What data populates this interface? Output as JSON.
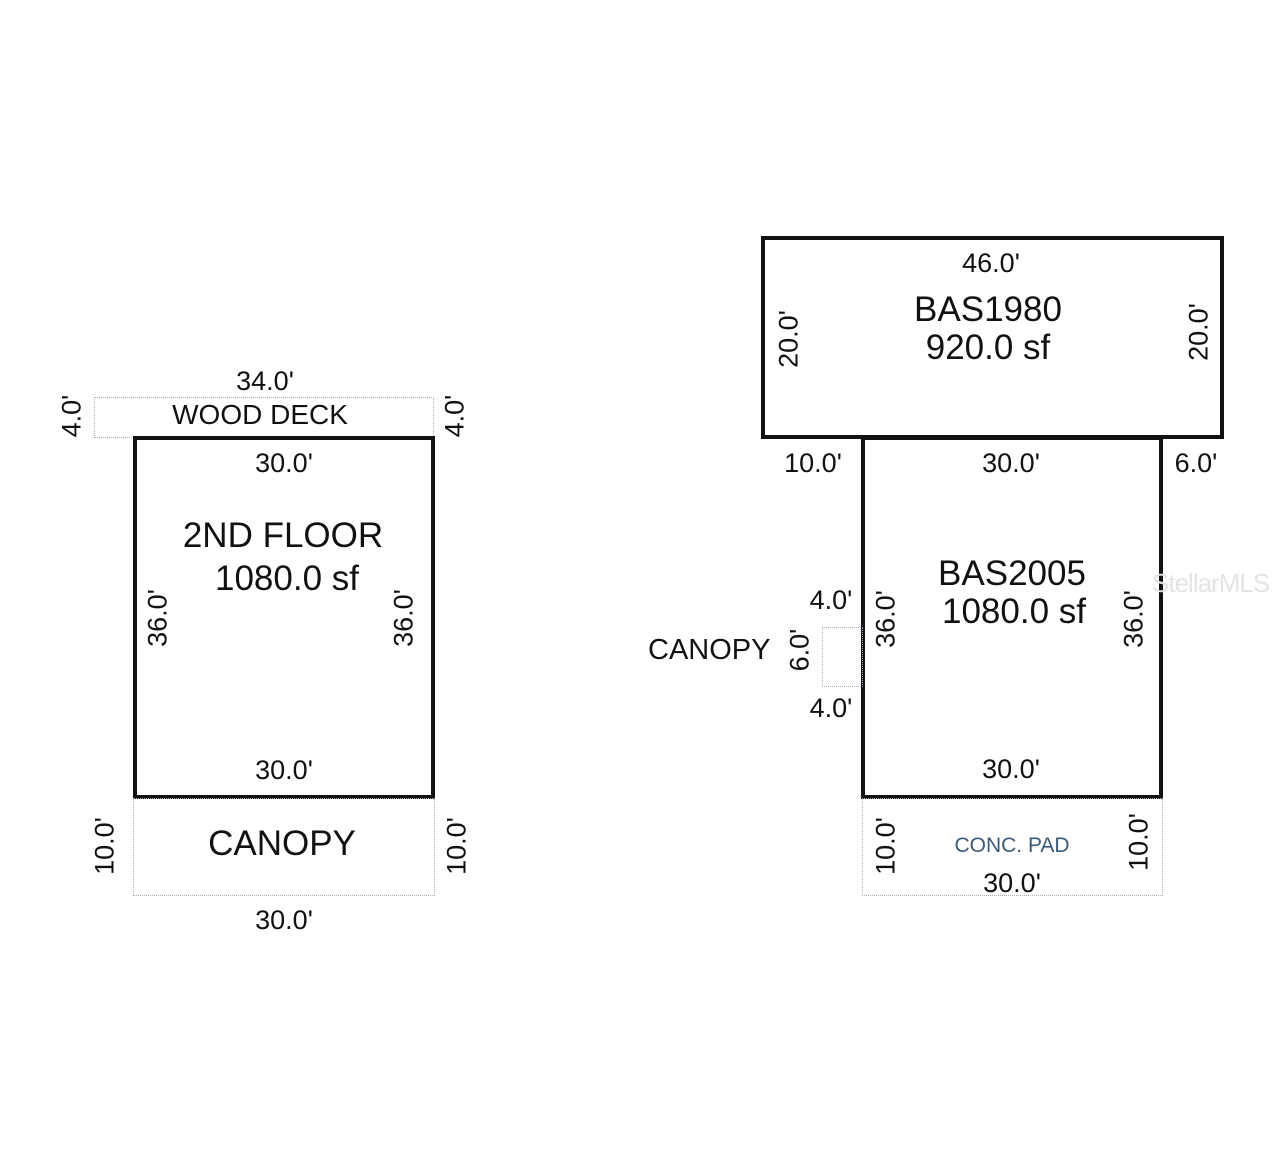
{
  "watermark": "StellarMLS",
  "colors": {
    "wall": "#111111",
    "outline": "#b9a6c4",
    "conc_pad_text": "#3d5a78",
    "watermark": "#e4e4e4"
  },
  "left_plan": {
    "wood_deck": {
      "label": "WOOD DECK",
      "top_dim": "34.0'",
      "left_dim": "4.0'",
      "right_dim": "4.0'"
    },
    "second_floor": {
      "name": "2ND FLOOR",
      "area": "1080.0 sf",
      "top_dim": "30.0'",
      "bottom_dim": "30.0'",
      "left_dim": "36.0'",
      "right_dim": "36.0'"
    },
    "canopy": {
      "label": "CANOPY",
      "bottom_dim": "30.0'",
      "left_dim": "10.0'",
      "right_dim": "10.0'"
    }
  },
  "right_plan": {
    "bas1980": {
      "name": "BAS1980",
      "area": "920.0 sf",
      "top_dim": "46.0'",
      "left_dim": "20.0'",
      "right_dim": "20.0'",
      "bottom_left_offset": "10.0'",
      "bottom_right_offset": "6.0'"
    },
    "bas2005": {
      "name": "BAS2005",
      "area": "1080.0 sf",
      "top_dim": "30.0'",
      "bottom_dim": "30.0'",
      "left_dim": "36.0'",
      "right_dim": "36.0'"
    },
    "side_canopy": {
      "label": "CANOPY",
      "height_dim": "6.0'",
      "above_dim": "4.0'",
      "below_dim": "4.0'"
    },
    "conc_pad": {
      "label": "CONC. PAD",
      "bottom_dim": "30.0'",
      "left_dim": "10.0'",
      "right_dim": "10.0'"
    }
  }
}
